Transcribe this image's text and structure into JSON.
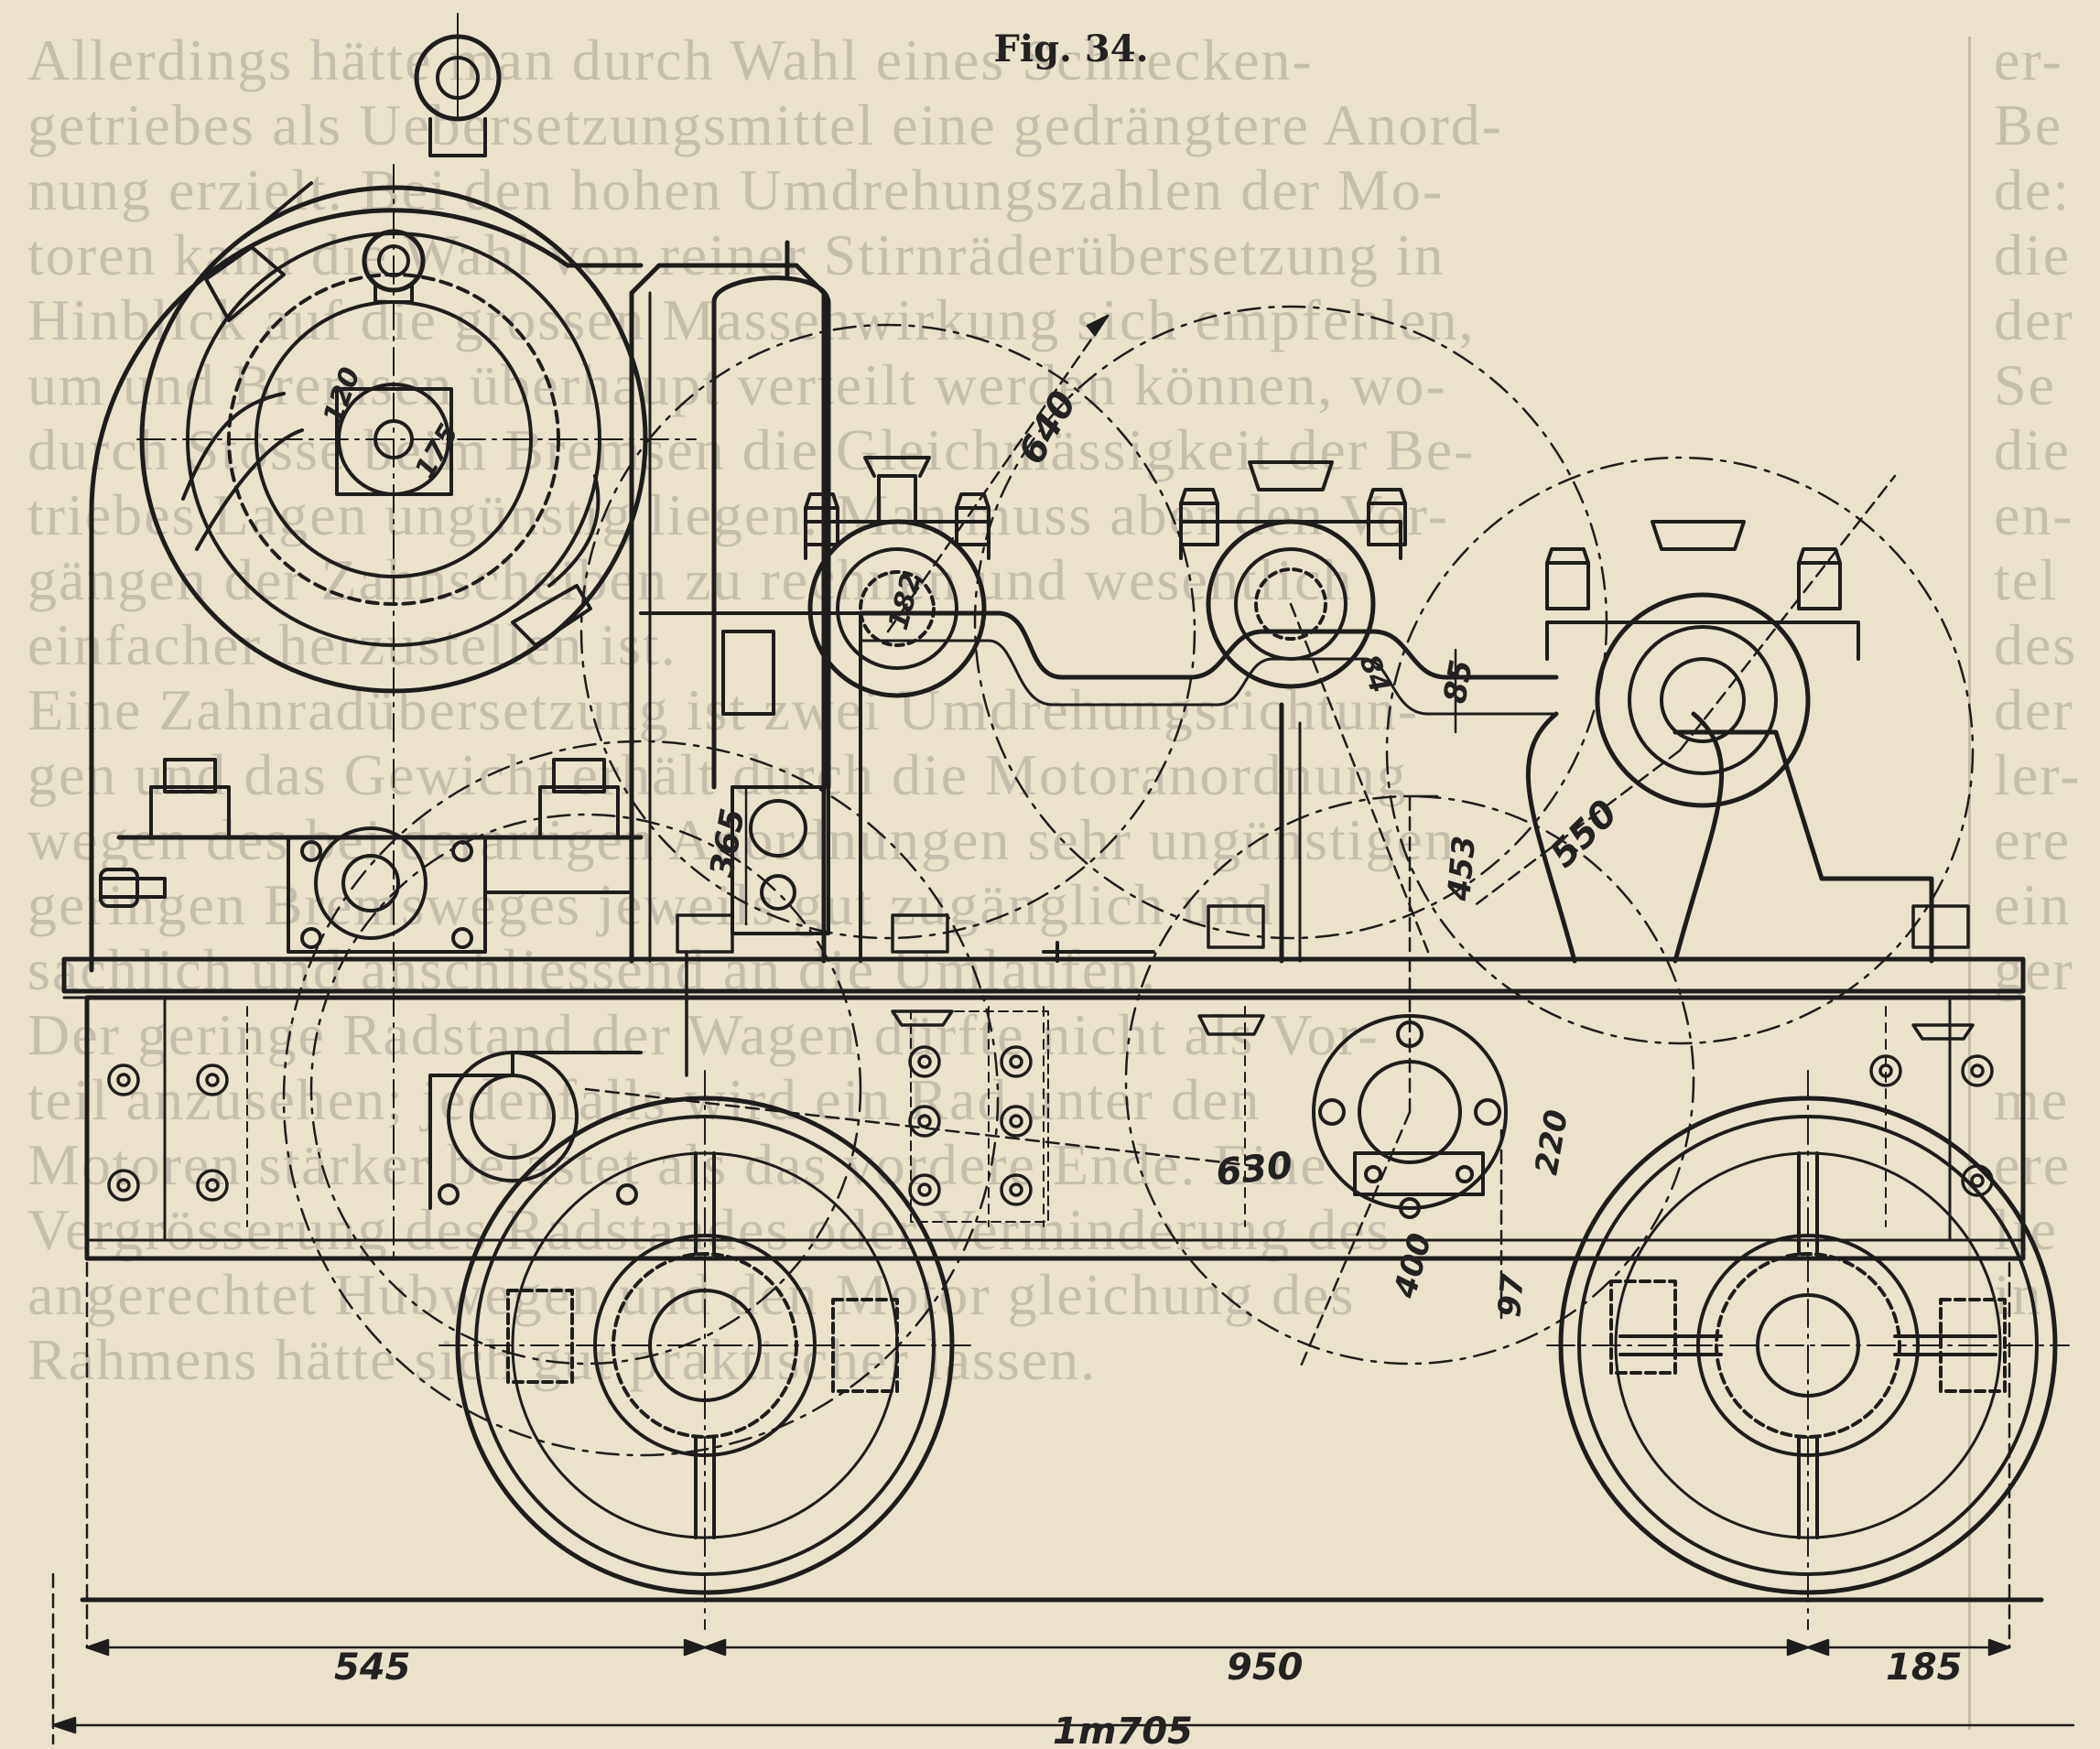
{
  "figure": {
    "title": "Fig. 34."
  },
  "dimensions": {
    "d640": "640",
    "d120": "120",
    "d175": "175",
    "d182": "182",
    "d84": "84",
    "d85": "85",
    "d550": "550",
    "d365": "365",
    "d453": "453",
    "d630": "630",
    "d220": "220",
    "d400": "400",
    "d97": "97",
    "d545": "545",
    "d950": "950",
    "d185": "185",
    "total": "1m705"
  },
  "background_text": {
    "main_lines": [
      "Allerdings hätte man durch Wahl eines Schnecken-",
      "getriebes als Uebersetzungsmittel eine gedrängtere Anord-",
      "nung erzielt. Bei den hohen Umdrehungszahlen der Mo-",
      "toren kann die Wahl von reiner Stirnräderübersetzung in",
      "Hinblick auf die grossen Massenwirkung sich empfehlen,",
      "um und Bremsen überhaupt verteilt werden können, wo-",
      "durch Stösse beim Bremsen die Gleichmässigkeit der Be-",
      "triebes Lagen ungünstig liegen. Man muss aber den Vor-",
      "gängen der Zahnscheiben zu rechnen und wesentlich",
      "einfacher herzustellen ist.",
      "Eine Zahnradübersetzung ist zwei Umdrehungsrichtun-",
      "gen und das Gewicht erhält durch die Motoranordnung",
      "wegen des bei derartigen Anordnungen sehr ungünstigen",
      "geringen Bremsweges jeweils gut zugänglich und",
      "sachlich und anschliessend an die Umlaufen.",
      "Der geringe Radstand der Wagen dürfte nicht als Vor-",
      "teil anzusehen; jedenfalls wird ein Rad unter den",
      "Motoren stärker belastet als das vordere Ende. Eine",
      "Vergrösserung des Radstandes oder Verminderung des",
      "angerechtet Hubwegen und den Motor gleichung des",
      "Rahmens hätte sich gut praktischer lassen."
    ],
    "side_lines": [
      "er-",
      "Be",
      "de:",
      "die",
      "der",
      "Se",
      "die",
      "en-",
      "tel",
      "des",
      "der",
      "ler-",
      "ere",
      "ein",
      "ger",
      "",
      "me",
      "ere",
      "lie",
      "in"
    ]
  }
}
